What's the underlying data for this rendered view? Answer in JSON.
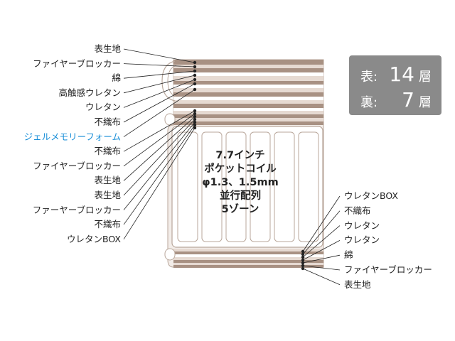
{
  "colors": {
    "band_dark": "#a89183",
    "band_light": "#e6dad2",
    "band_white": "#ffffff",
    "accent_blue": "#1a8fd8",
    "badge_bg": "#8a8a8a",
    "line": "#222222"
  },
  "left_labels": [
    {
      "text": "表生地"
    },
    {
      "text": "ファイヤーブロッカー"
    },
    {
      "text": "綿"
    },
    {
      "text": "高触感ウレタン"
    },
    {
      "text": "ウレタン"
    },
    {
      "text": "不織布"
    },
    {
      "text": "ジェルメモリーフォーム",
      "highlight": true
    },
    {
      "text": "不織布"
    },
    {
      "text": "ファイヤーブロッカー"
    },
    {
      "text": "表生地"
    },
    {
      "text": "表生地"
    },
    {
      "text": "ファーヤーブロッカー"
    },
    {
      "text": "不織布"
    },
    {
      "text": "ウレタンBOX"
    }
  ],
  "right_labels": [
    {
      "text": "ウレタンBOX"
    },
    {
      "text": "不織布"
    },
    {
      "text": "ウレタン"
    },
    {
      "text": "ウレタン"
    },
    {
      "text": "綿"
    },
    {
      "text": "ファイヤーブロッカー"
    },
    {
      "text": "表生地"
    }
  ],
  "badge": {
    "front_label": "表:",
    "front_count": "14",
    "back_label": "裏:",
    "back_count": "7",
    "unit": "層"
  },
  "coil": {
    "lines": [
      "7.7インチ",
      "ポケットコイル",
      "φ1.3、1.5mm",
      "並行配列",
      "5ゾーン"
    ]
  }
}
